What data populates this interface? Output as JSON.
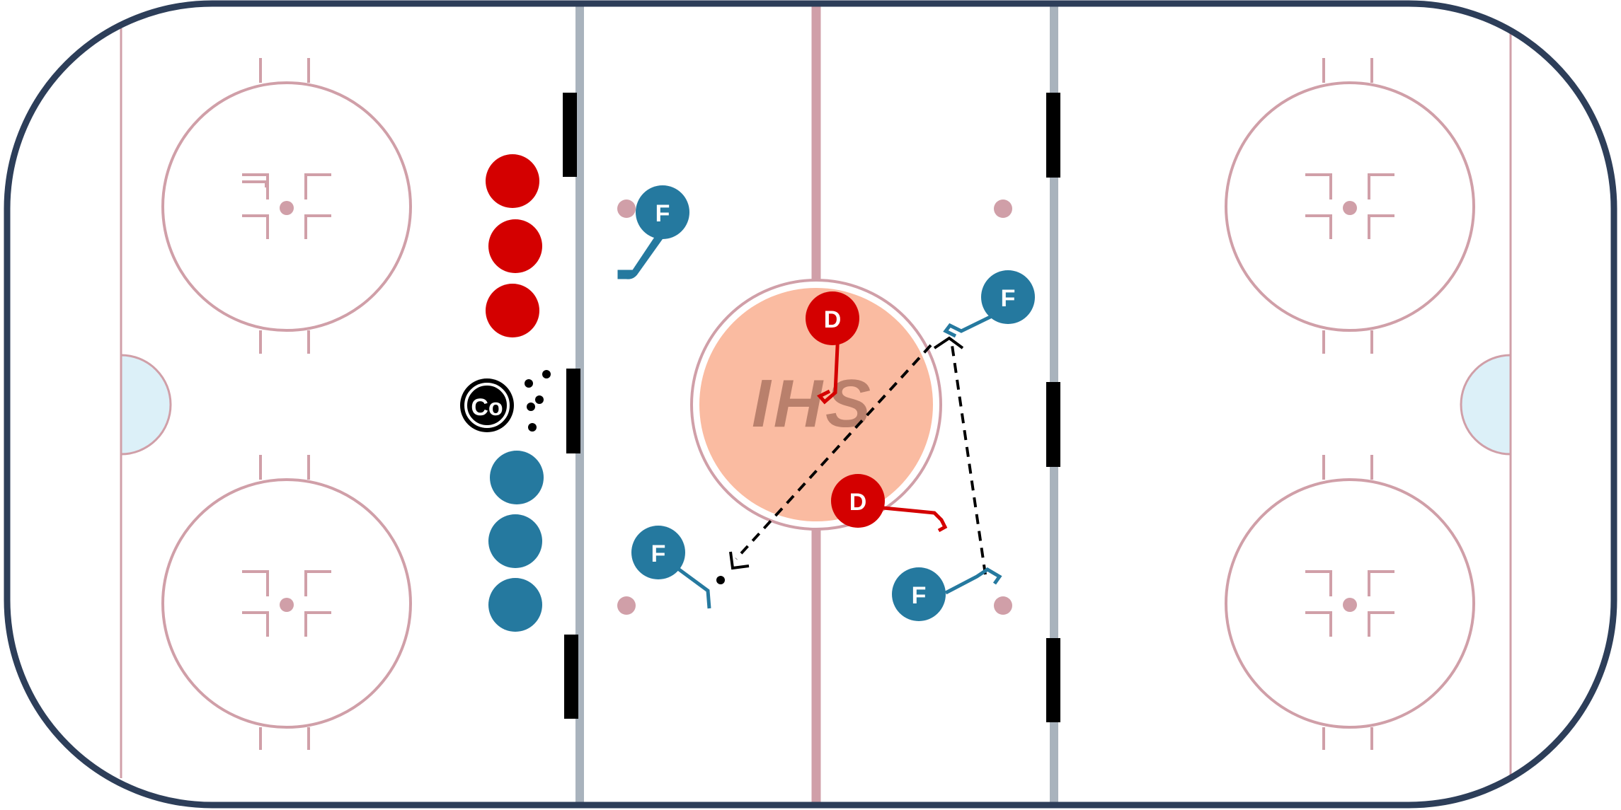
{
  "logo": {
    "text": "IHS",
    "color": "#b9806c"
  },
  "colors": {
    "boards": "#2d3e59",
    "ice": "#ffffff",
    "center_line": "#d09fa8",
    "blue_line": "#a9b3bd",
    "marking": "#d09fa8",
    "crease": "#dcf0f8",
    "center_spot": "#fabba1",
    "team_red": "#d40000",
    "team_blue": "#25799f",
    "coach": "#000000",
    "path": "#000000"
  },
  "players": [
    {
      "role": "forward",
      "label": "F",
      "team": "blue"
    },
    {
      "role": "forward",
      "label": "F",
      "team": "blue"
    },
    {
      "role": "forward",
      "label": "F",
      "team": "blue"
    },
    {
      "role": "forward",
      "label": "F",
      "team": "blue"
    },
    {
      "role": "defense",
      "label": "D",
      "team": "red"
    },
    {
      "role": "defense",
      "label": "D",
      "team": "red"
    }
  ],
  "coach": {
    "label": "Co"
  },
  "waiting_lines": {
    "red_count": 3,
    "blue_count": 3
  },
  "puck_count": 6,
  "legend_icons": [
    "player-disc-icon",
    "hockey-stick-icon",
    "puck-icon",
    "pass-arrow-icon"
  ]
}
